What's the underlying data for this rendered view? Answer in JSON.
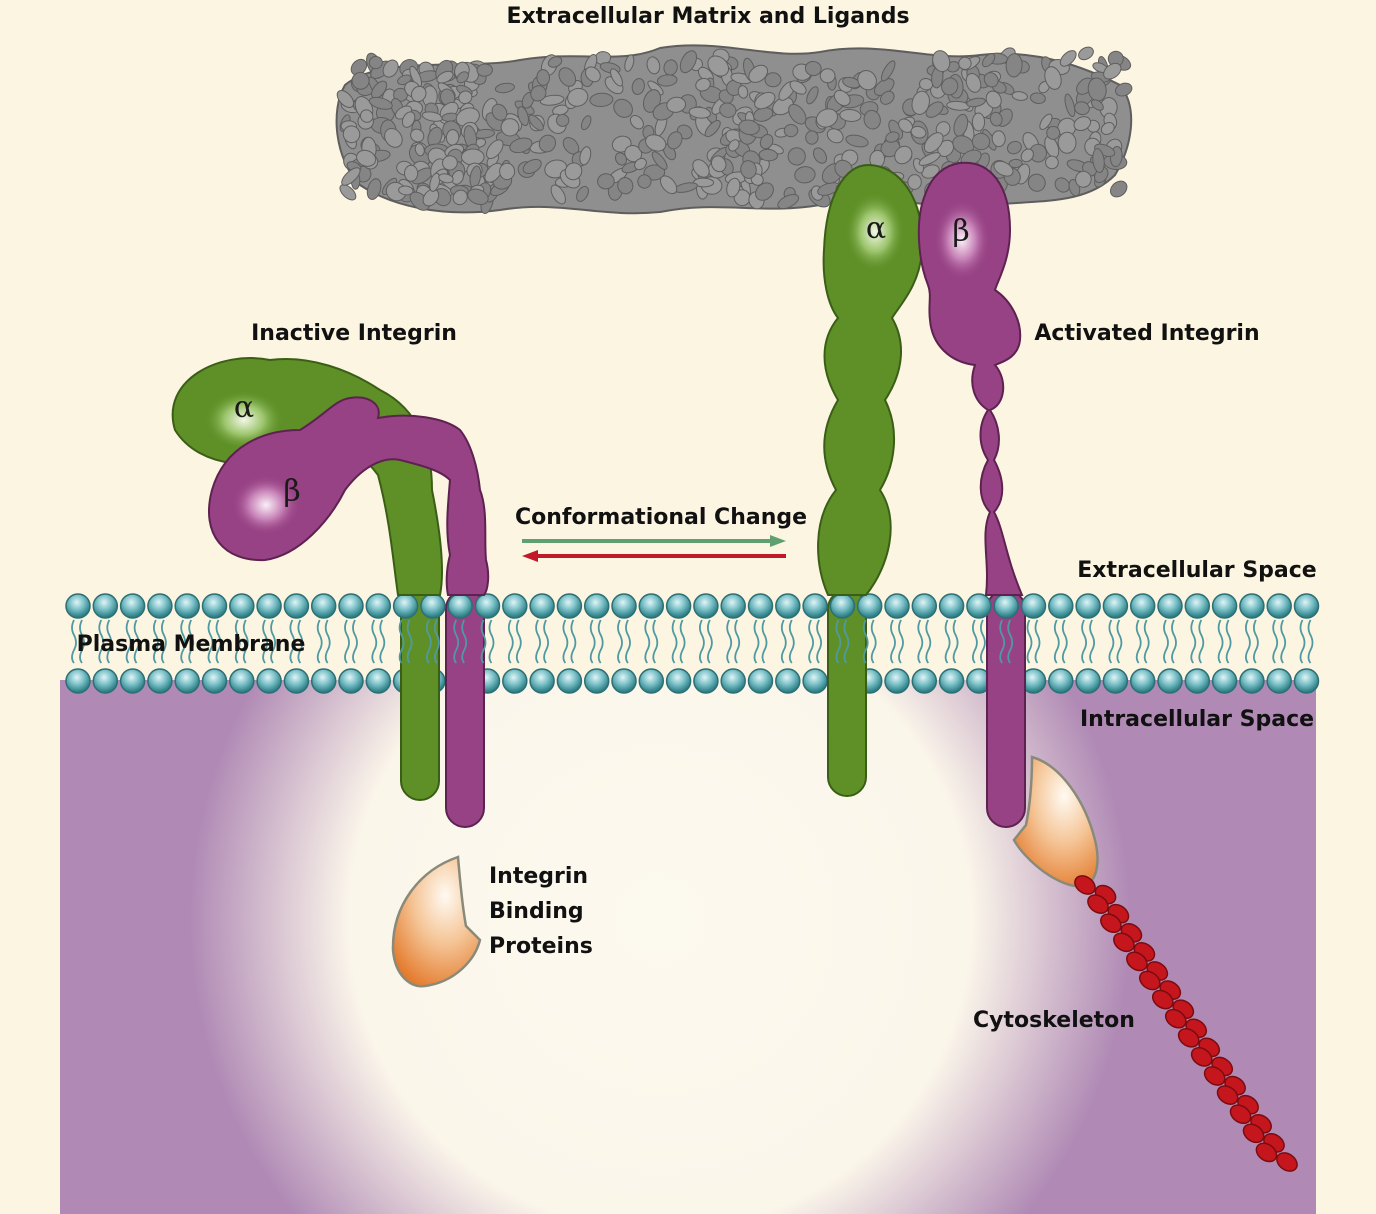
{
  "labels": {
    "ecm": "Extracellular Matrix and Ligands",
    "inactive": "Inactive Integrin",
    "activated": "Activated Integrin",
    "conformational": "Conformational Change",
    "extracellular_space": "Extracellular Space",
    "plasma_membrane": "Plasma Membrane",
    "intracellular_space": "Intracellular Space",
    "binding_line1": "Integrin",
    "binding_line2": "Binding",
    "binding_line3": "Proteins",
    "cytoskeleton": "Cytoskeleton",
    "alpha": "α",
    "beta": "β"
  },
  "colors": {
    "background": "#fcf5e1",
    "cytoplasm": "#b08ab5",
    "alpha_subunit": "#5e9027",
    "beta_subunit": "#974284",
    "membrane_head": "#6fb8c0",
    "ecm_blob": "#8f8f8f",
    "binding_protein": "#e8843a",
    "cytoskeleton": "#c4161c",
    "arrow_forward": "#5ea070",
    "arrow_reverse": "#c0192a"
  }
}
